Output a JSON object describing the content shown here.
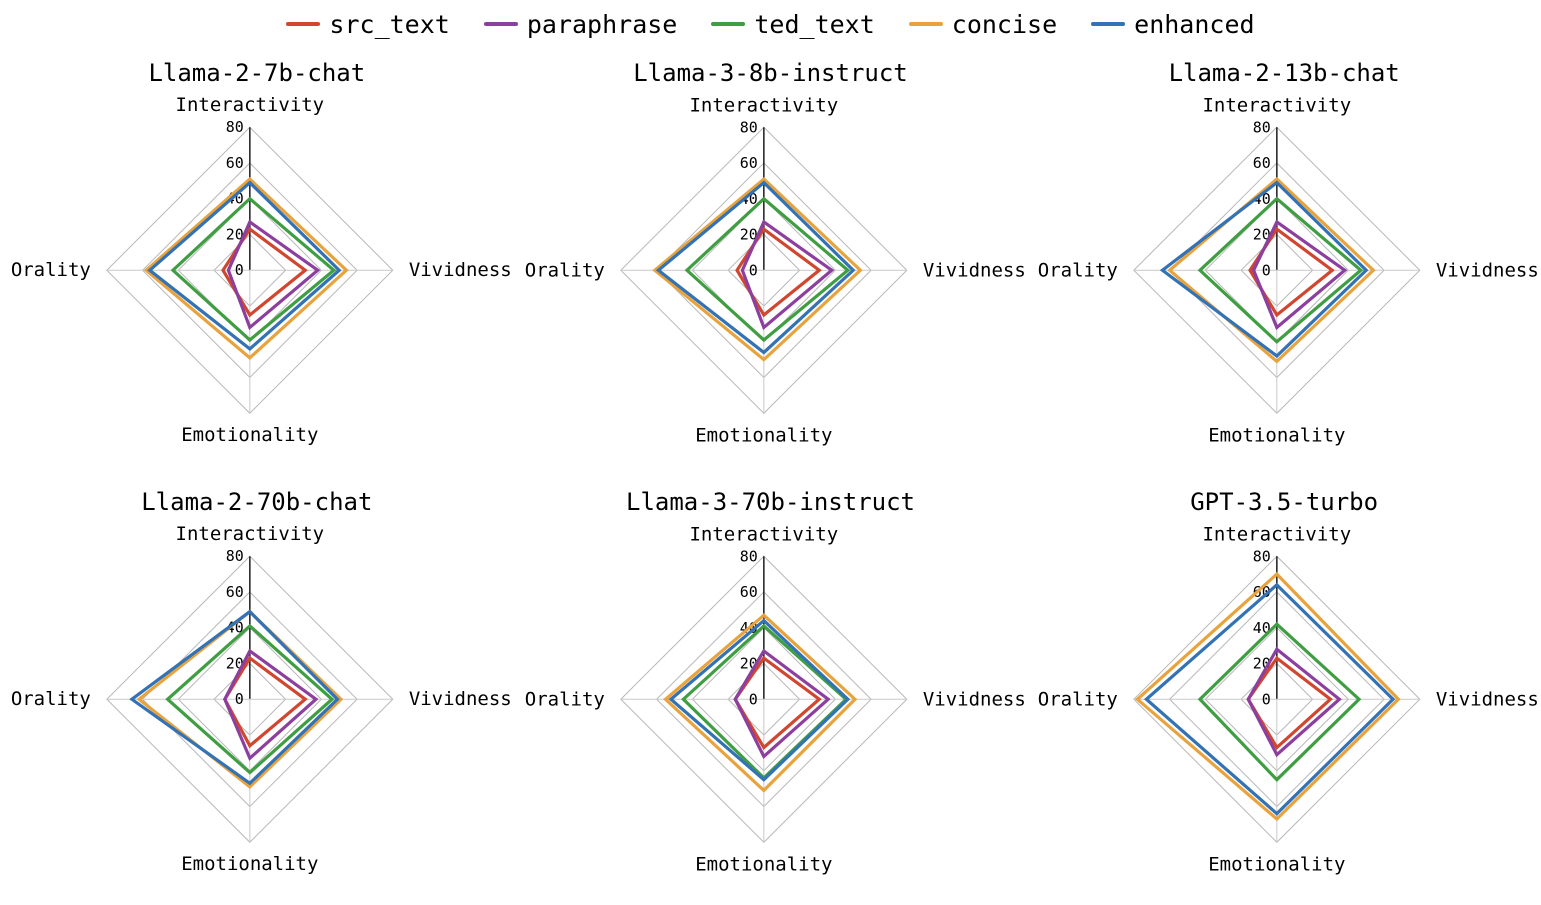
{
  "legend": {
    "position": "top-center",
    "items": [
      {
        "label": "src_text",
        "color": "#d1462f"
      },
      {
        "label": "paraphrase",
        "color": "#8c3f9e"
      },
      {
        "label": "ted_text",
        "color": "#3f9e42"
      },
      {
        "label": "concise",
        "color": "#e8a33d"
      },
      {
        "label": "enhanced",
        "color": "#3272b5"
      }
    ]
  },
  "axes_order": [
    "Interactivity",
    "Vividness",
    "Emotionality",
    "Orality"
  ],
  "radial": {
    "ticks": [
      0,
      20,
      40,
      60,
      80
    ],
    "min": 0,
    "max": 80
  },
  "chart_data": [
    {
      "type": "radar",
      "title": "Llama-2-7b-chat",
      "categories": [
        "Interactivity",
        "Vividness",
        "Emotionality",
        "Orality"
      ],
      "rlim": [
        0,
        80
      ],
      "rticks": [
        0,
        20,
        40,
        60,
        80
      ],
      "grid": true,
      "series": [
        {
          "name": "src_text",
          "color": "#d1462f",
          "values": [
            23,
            31,
            25,
            15
          ]
        },
        {
          "name": "paraphrase",
          "color": "#8c3f9e",
          "values": [
            27,
            38,
            32,
            12
          ]
        },
        {
          "name": "ted_text",
          "color": "#3f9e42",
          "values": [
            40,
            47,
            39,
            43
          ]
        },
        {
          "name": "concise",
          "color": "#e8a33d",
          "values": [
            51,
            54,
            49,
            58
          ]
        },
        {
          "name": "enhanced",
          "color": "#3272b5",
          "values": [
            49,
            50,
            44,
            56
          ]
        }
      ]
    },
    {
      "type": "radar",
      "title": "Llama-3-8b-instruct",
      "categories": [
        "Interactivity",
        "Vividness",
        "Emotionality",
        "Orality"
      ],
      "rlim": [
        0,
        80
      ],
      "rticks": [
        0,
        20,
        40,
        60,
        80
      ],
      "grid": true,
      "series": [
        {
          "name": "src_text",
          "color": "#d1462f",
          "values": [
            23,
            31,
            25,
            15
          ]
        },
        {
          "name": "paraphrase",
          "color": "#8c3f9e",
          "values": [
            27,
            38,
            32,
            12
          ]
        },
        {
          "name": "ted_text",
          "color": "#3f9e42",
          "values": [
            40,
            47,
            39,
            43
          ]
        },
        {
          "name": "concise",
          "color": "#e8a33d",
          "values": [
            51,
            54,
            50,
            61
          ]
        },
        {
          "name": "enhanced",
          "color": "#3272b5",
          "values": [
            49,
            50,
            46,
            59
          ]
        }
      ]
    },
    {
      "type": "radar",
      "title": "Llama-2-13b-chat",
      "categories": [
        "Interactivity",
        "Vividness",
        "Emotionality",
        "Orality"
      ],
      "rlim": [
        0,
        80
      ],
      "rticks": [
        0,
        20,
        40,
        60,
        80
      ],
      "grid": true,
      "series": [
        {
          "name": "src_text",
          "color": "#d1462f",
          "values": [
            23,
            31,
            25,
            15
          ]
        },
        {
          "name": "paraphrase",
          "color": "#8c3f9e",
          "values": [
            27,
            38,
            32,
            13
          ]
        },
        {
          "name": "ted_text",
          "color": "#3f9e42",
          "values": [
            40,
            47,
            40,
            43
          ]
        },
        {
          "name": "concise",
          "color": "#e8a33d",
          "values": [
            51,
            54,
            51,
            60
          ]
        },
        {
          "name": "enhanced",
          "color": "#3272b5",
          "values": [
            49,
            50,
            48,
            64
          ]
        }
      ]
    },
    {
      "type": "radar",
      "title": "Llama-2-70b-chat",
      "categories": [
        "Interactivity",
        "Vividness",
        "Emotionality",
        "Orality"
      ],
      "rlim": [
        0,
        80
      ],
      "rticks": [
        0,
        20,
        40,
        60,
        80
      ],
      "grid": true,
      "series": [
        {
          "name": "src_text",
          "color": "#d1462f",
          "values": [
            23,
            31,
            26,
            14
          ]
        },
        {
          "name": "paraphrase",
          "color": "#8c3f9e",
          "values": [
            27,
            37,
            33,
            14
          ]
        },
        {
          "name": "ted_text",
          "color": "#3f9e42",
          "values": [
            41,
            46,
            41,
            46
          ]
        },
        {
          "name": "concise",
          "color": "#e8a33d",
          "values": [
            49,
            51,
            49,
            62
          ]
        },
        {
          "name": "enhanced",
          "color": "#3272b5",
          "values": [
            49,
            49,
            47,
            66
          ]
        }
      ]
    },
    {
      "type": "radar",
      "title": "Llama-3-70b-instruct",
      "categories": [
        "Interactivity",
        "Vividness",
        "Emotionality",
        "Orality"
      ],
      "rlim": [
        0,
        80
      ],
      "rticks": [
        0,
        20,
        40,
        60,
        80
      ],
      "grid": true,
      "series": [
        {
          "name": "src_text",
          "color": "#d1462f",
          "values": [
            23,
            31,
            27,
            16
          ]
        },
        {
          "name": "paraphrase",
          "color": "#8c3f9e",
          "values": [
            27,
            36,
            32,
            16
          ]
        },
        {
          "name": "ted_text",
          "color": "#3f9e42",
          "values": [
            41,
            46,
            44,
            45
          ]
        },
        {
          "name": "concise",
          "color": "#e8a33d",
          "values": [
            47,
            51,
            51,
            55
          ]
        },
        {
          "name": "enhanced",
          "color": "#3272b5",
          "values": [
            44,
            47,
            45,
            52
          ]
        }
      ]
    },
    {
      "type": "radar",
      "title": "GPT-3.5-turbo",
      "categories": [
        "Interactivity",
        "Vividness",
        "Emotionality",
        "Orality"
      ],
      "rlim": [
        0,
        80
      ],
      "rticks": [
        0,
        20,
        40,
        60,
        80
      ],
      "grid": true,
      "series": [
        {
          "name": "src_text",
          "color": "#d1462f",
          "values": [
            23,
            30,
            27,
            16
          ]
        },
        {
          "name": "paraphrase",
          "color": "#8c3f9e",
          "values": [
            28,
            35,
            31,
            16
          ]
        },
        {
          "name": "ted_text",
          "color": "#3f9e42",
          "values": [
            42,
            46,
            45,
            43
          ]
        },
        {
          "name": "concise",
          "color": "#e8a33d",
          "values": [
            70,
            68,
            67,
            78
          ]
        },
        {
          "name": "enhanced",
          "color": "#3272b5",
          "values": [
            64,
            65,
            64,
            73
          ]
        }
      ]
    }
  ]
}
